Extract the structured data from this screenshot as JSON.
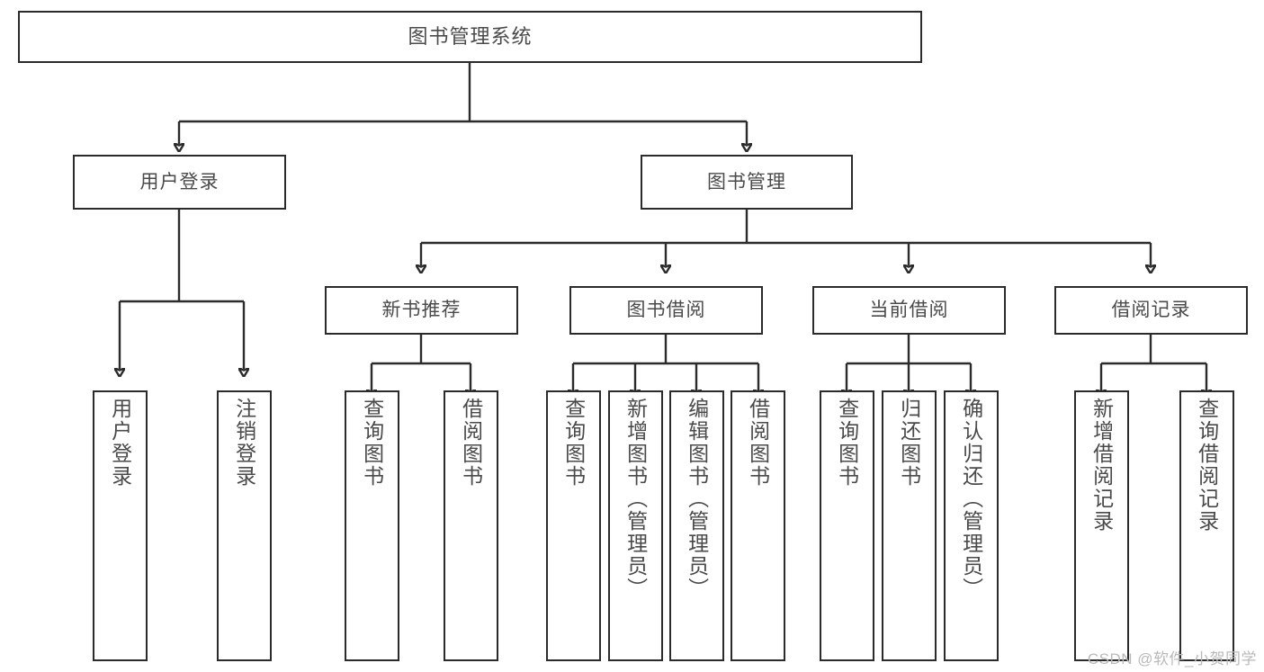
{
  "diagram": {
    "title": "图书管理系统",
    "type": "tree",
    "watermark": "CSDN @软件_小贺同学",
    "colors": {
      "stroke": "#2b2b2b",
      "text": "#4a4a4a",
      "background": "#ffffff",
      "watermark": "#b9b9b9"
    },
    "root": {
      "label": "图书管理系统"
    },
    "level1": [
      {
        "label": "用户登录"
      },
      {
        "label": "图书管理"
      }
    ],
    "level2": [
      {
        "label": "新书推荐"
      },
      {
        "label": "图书借阅"
      },
      {
        "label": "当前借阅"
      },
      {
        "label": "借阅记录"
      }
    ],
    "leaves": {
      "user_login": [
        {
          "label": "用户登录"
        },
        {
          "label": "注销登录"
        }
      ],
      "new_book_recommend": [
        {
          "label": "查询图书"
        },
        {
          "label": "借阅图书"
        }
      ],
      "book_borrow": [
        {
          "label": "查询图书"
        },
        {
          "label": "新增图书（管理员）"
        },
        {
          "label": "编辑图书（管理员）"
        },
        {
          "label": "借阅图书"
        }
      ],
      "current_borrow": [
        {
          "label": "查询图书"
        },
        {
          "label": "归还图书"
        },
        {
          "label": "确认归还（管理员）"
        }
      ],
      "borrow_record": [
        {
          "label": "新增借阅记录"
        },
        {
          "label": "查询借阅记录"
        }
      ]
    }
  }
}
